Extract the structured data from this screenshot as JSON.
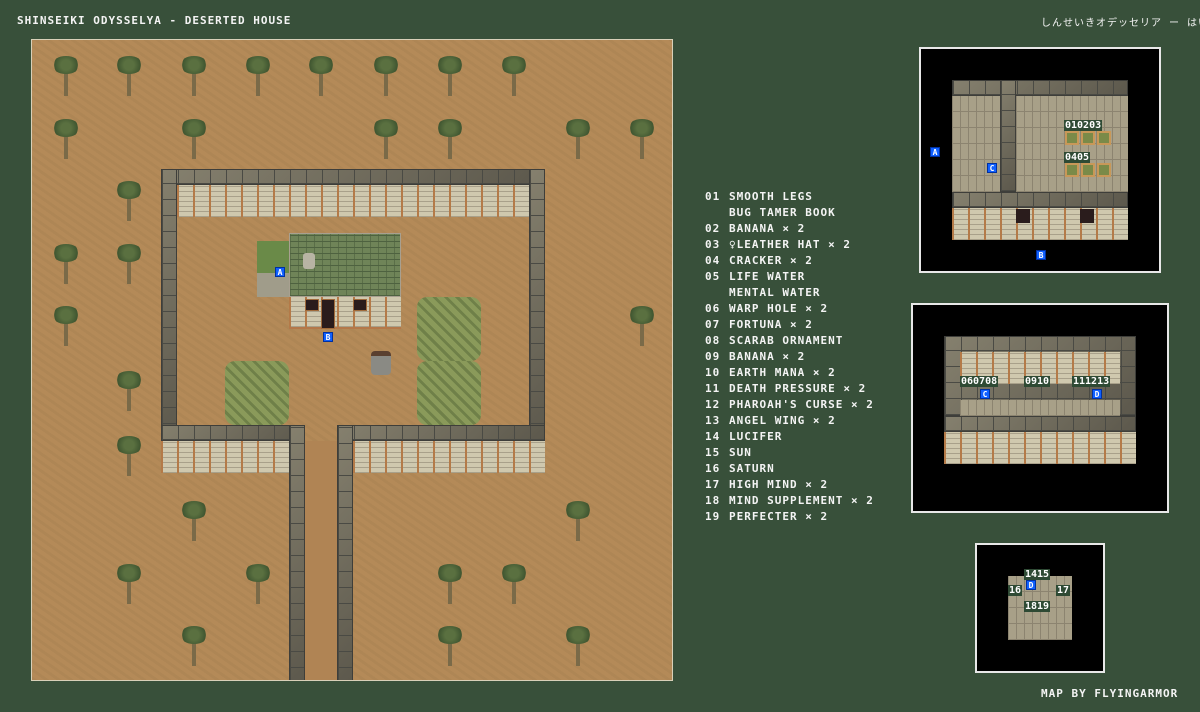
{
  "header": {
    "title": "SHINSEIKI ODYSSELYA - DESERTED HOUSE",
    "title_jp": "しんせいきオデッセリア ー はいおく"
  },
  "items": [
    {
      "num": "01",
      "name": "SMOOTH LEGS"
    },
    {
      "num": "",
      "name": "BUG TAMER BOOK"
    },
    {
      "num": "02",
      "name": "BANANA × 2"
    },
    {
      "num": "03",
      "name": "♀LEATHER HAT × 2"
    },
    {
      "num": "04",
      "name": "CRACKER × 2"
    },
    {
      "num": "05",
      "name": "LIFE WATER"
    },
    {
      "num": "",
      "name": "MENTAL WATER"
    },
    {
      "num": "06",
      "name": "WARP HOLE × 2"
    },
    {
      "num": "07",
      "name": "FORTUNA × 2"
    },
    {
      "num": "08",
      "name": "SCARAB ORNAMENT"
    },
    {
      "num": "09",
      "name": "BANANA × 2"
    },
    {
      "num": "10",
      "name": "EARTH MANA × 2"
    },
    {
      "num": "11",
      "name": "DEATH PRESSURE × 2"
    },
    {
      "num": "12",
      "name": "PHAROAH'S CURSE × 2"
    },
    {
      "num": "13",
      "name": "ANGEL WING × 2"
    },
    {
      "num": "14",
      "name": "LUCIFER"
    },
    {
      "num": "15",
      "name": "SUN"
    },
    {
      "num": "16",
      "name": "SATURN"
    },
    {
      "num": "17",
      "name": "HIGH MIND × 2"
    },
    {
      "num": "18",
      "name": "MIND SUPPLEMENT × 2"
    },
    {
      "num": "19",
      "name": "PERFECTER × 2"
    }
  ],
  "markers": {
    "a": "A",
    "b": "B",
    "c": "C",
    "d": "D"
  },
  "chest_labels": {
    "p1_top": "010203",
    "p1_mid": "0405",
    "p2_a": "060708",
    "p2_b": "0910",
    "p2_c": "111213",
    "p3_top": "1415",
    "p3_left": "16",
    "p3_right": "17",
    "p3_bottom": "1819"
  },
  "credit": "MAP BY FLYINGARMOR"
}
